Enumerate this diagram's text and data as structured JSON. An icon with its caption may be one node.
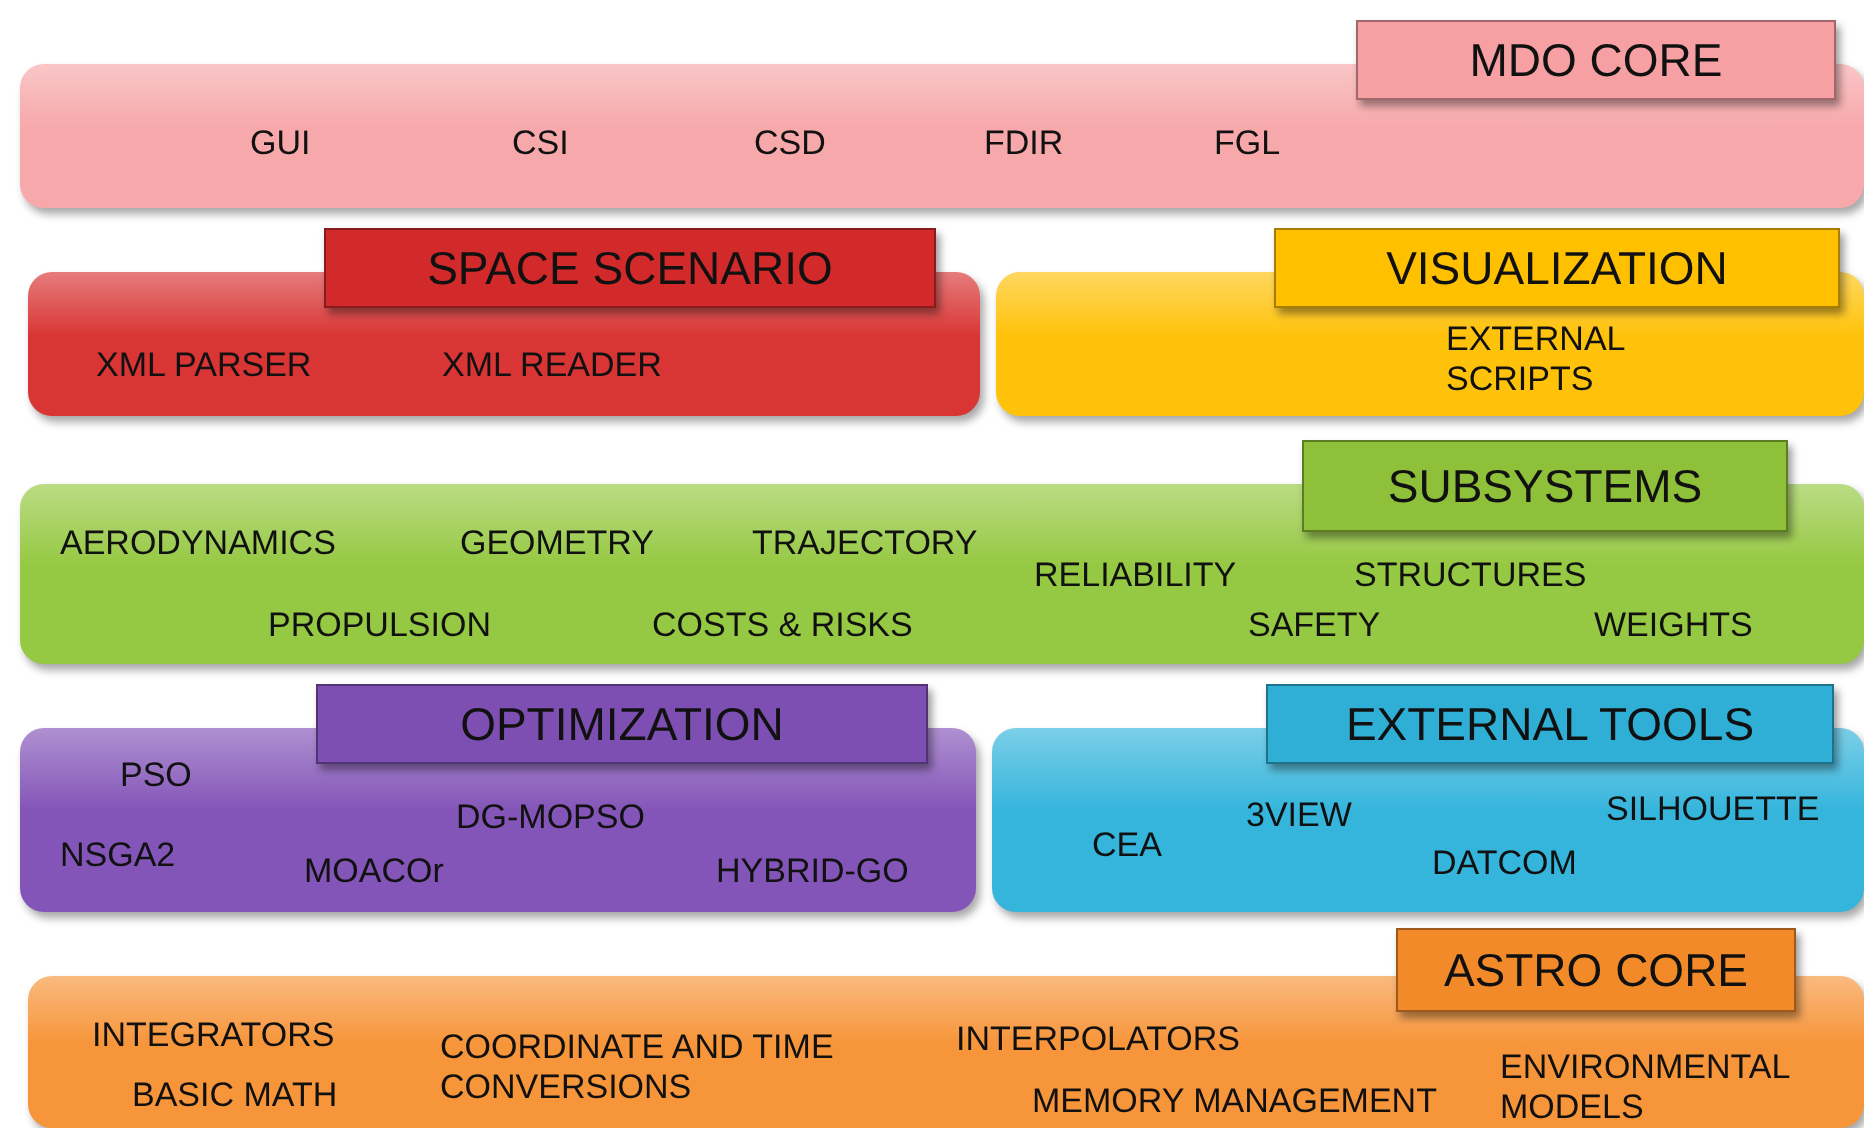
{
  "diagram": {
    "nodes": [
      {
        "text": [
          "MDO CORE",
          "GUI",
          "CSI",
          "CSD",
          "FDIR",
          "FGL"
        ]
      },
      {
        "text": [
          "SPACE SCENARIO",
          "XML PARSER",
          "XML READER"
        ]
      },
      {
        "text": [
          "VISUALIZATION",
          "EXTERNAL SCRIPTS"
        ]
      },
      {
        "text": [
          "SUBSYSTEMS",
          "AERODYNAMICS",
          "GEOMETRY",
          "TRAJECTORY",
          "RELIABILITY",
          "STRUCTURES",
          "PROPULSION",
          "COSTS & RISKS",
          "SAFETY",
          "WEIGHTS"
        ]
      },
      {
        "text": [
          "OPTIMIZATION",
          "PSO",
          "DG-MOPSO",
          "NSGA2",
          "MOACOr",
          "HYBRID-GO"
        ]
      },
      {
        "text": [
          "EXTERNAL TOOLS",
          "SILHOUETTE",
          "3VIEW",
          "CEA",
          "DATCOM"
        ]
      },
      {
        "text": [
          "ASTRO CORE",
          "INTEGRATORS",
          "COORDINATE AND TIME CONVERSIONS",
          "INTERPOLATORS",
          "ENVIRONMENTAL MODELS",
          "BASIC MATH",
          "MEMORY MANAGEMENT"
        ]
      }
    ]
  }
}
